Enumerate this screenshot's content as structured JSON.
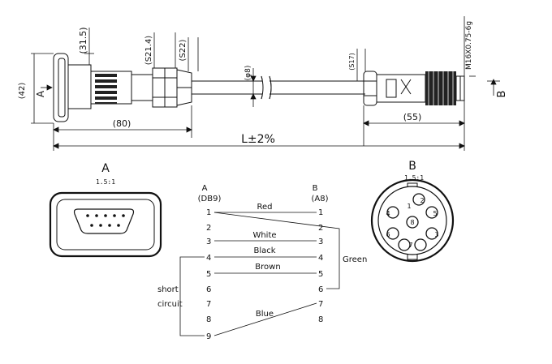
{
  "drawing": {
    "dims": {
      "d42": "(42)",
      "d31_5": "(31.5)",
      "s21_4": "(S21.4)",
      "s22": "(S22)",
      "phi8": "(φ8)",
      "s17": "(S17)",
      "thread": "M16X0.75-6g",
      "d80": "(80)",
      "d55": "(55)",
      "length": "L±2%"
    },
    "view_marks": {
      "a": "A",
      "b": "B"
    }
  },
  "view_a": {
    "title": "A",
    "scale": "1.5:1"
  },
  "view_b": {
    "title": "B",
    "scale": "1.5:1",
    "pins": [
      "1",
      "2",
      "3",
      "4",
      "5",
      "6",
      "7",
      "8"
    ]
  },
  "wiring": {
    "side_a": {
      "title": "A",
      "subtitle": "(DB9)",
      "pins": [
        "1",
        "2",
        "3",
        "4",
        "5",
        "6",
        "7",
        "8",
        "9"
      ]
    },
    "side_b": {
      "title": "B",
      "subtitle": "(A8)",
      "pins": [
        "1",
        "2",
        "3",
        "4",
        "5",
        "6",
        "7",
        "8"
      ]
    },
    "wires": {
      "red": "Red",
      "white": "White",
      "black": "Black",
      "brown": "Brown",
      "blue": "Blue",
      "green": "Green"
    },
    "short_circuit": {
      "line1": "short",
      "line2": "circuit"
    }
  }
}
